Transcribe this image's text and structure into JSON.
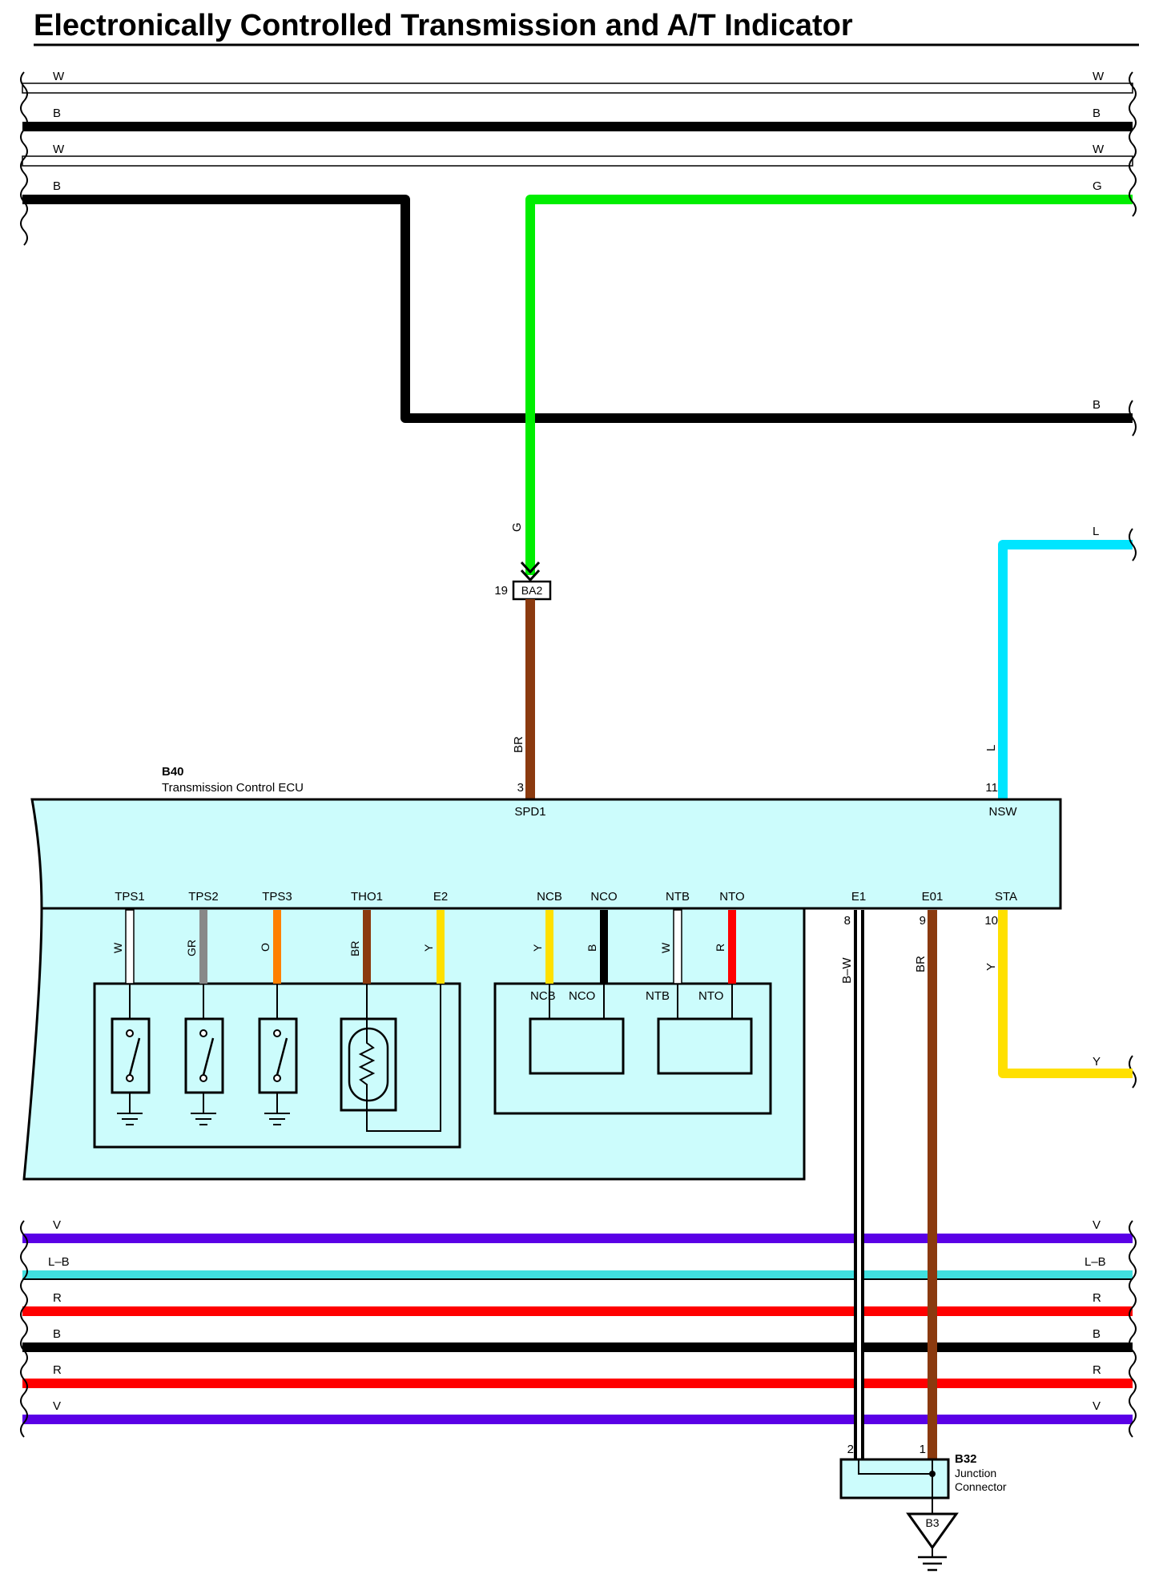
{
  "title": "Electronically Controlled Transmission and A/T Indicator",
  "colors": {
    "W": "#ffffff",
    "B": "#000000",
    "G": "#00ee00",
    "BR": "#8b3a0f",
    "L": "#00e5ff",
    "Y": "#ffe000",
    "GR": "#888888",
    "O": "#ff8000",
    "R": "#ff0000",
    "V": "#5a00e6",
    "LB": "#40e0e0",
    "ecu_fill": "#ccfcfc"
  },
  "top_buses": [
    {
      "left": "W",
      "right": "W"
    },
    {
      "left": "B",
      "right": "B"
    },
    {
      "left": "W",
      "right": "W"
    },
    {
      "left": "B",
      "right": "G"
    }
  ],
  "mid_wires": {
    "b_right": "B",
    "g_vertical": "G",
    "br_vertical": "BR",
    "l_right": "L",
    "l_vertical": "L",
    "y_right": "Y"
  },
  "connector_ba2": {
    "pin": "19",
    "name": "BA2"
  },
  "ecu": {
    "code": "B40",
    "name": "Transmission Control ECU",
    "top_pins": [
      {
        "num": "3",
        "name": "SPD1"
      },
      {
        "num": "11",
        "name": "NSW"
      }
    ],
    "bottom_pins": [
      "TPS1",
      "TPS2",
      "TPS3",
      "THO1",
      "E2",
      "NCB",
      "NCO",
      "NTB",
      "NTO"
    ],
    "inner_wire_colors": [
      "W",
      "GR",
      "O",
      "BR",
      "Y",
      "Y",
      "B",
      "W",
      "R"
    ],
    "inner_sub_labels": [
      "NCB",
      "NCO",
      "NTB",
      "NTO"
    ],
    "ground_pins": [
      {
        "name": "E1",
        "num": "8",
        "color": "B–W"
      },
      {
        "name": "E01",
        "num": "9",
        "color": "BR"
      },
      {
        "name": "STA",
        "num": "10",
        "color": "Y"
      }
    ]
  },
  "bottom_buses": [
    {
      "left": "V",
      "right": "V"
    },
    {
      "left": "L–B",
      "right": "L–B"
    },
    {
      "left": "R",
      "right": "R"
    },
    {
      "left": "B",
      "right": "B"
    },
    {
      "left": "R",
      "right": "R"
    },
    {
      "left": "V",
      "right": "V"
    }
  ],
  "junction": {
    "code": "B32",
    "line1": "Junction",
    "line2": "Connector",
    "pin_left": "2",
    "pin_right": "1",
    "ground": "B3"
  }
}
